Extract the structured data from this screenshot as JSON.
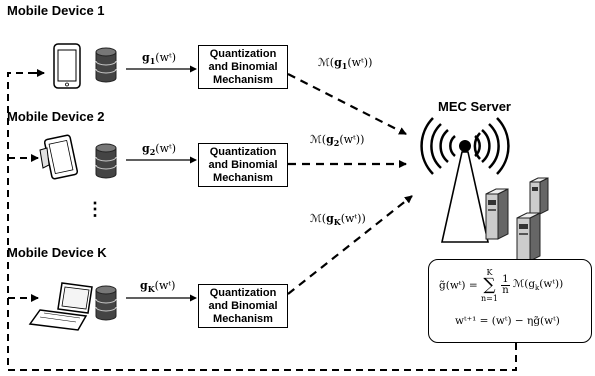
{
  "devices": [
    {
      "title": "Mobile Device 1",
      "gradient": "g",
      "subscript": "1",
      "mechanism_output_subscript": "1",
      "icon": "smartphone-icon"
    },
    {
      "title": "Mobile Device 2",
      "gradient": "g",
      "subscript": "2",
      "mechanism_output_subscript": "2",
      "icon": "tablet-icon"
    },
    {
      "title": "Mobile Device K",
      "gradient": "g",
      "subscript": "K",
      "mechanism_output_subscript": "K",
      "icon": "laptop-icon"
    }
  ],
  "ellipsis": "⋮",
  "quantization_box": {
    "line1": "Quantization",
    "line2": "and Binomial",
    "line3": "Mechanism"
  },
  "server": {
    "title": "MEC Server",
    "icons": [
      "antenna-tower-icon",
      "server-rack-icon"
    ]
  },
  "equations": {
    "aggregate_lhs": "g̃(wᵗ) =",
    "sum_upper": "K",
    "sum_lower": "n=1",
    "frac_num": "1",
    "frac_den": "n",
    "aggregate_rhs": "ℳ(g",
    "aggregate_rhs_sub": "k",
    "aggregate_rhs_tail": "(wᵗ))",
    "update": "wᵗ⁺¹ = (wᵗ) − ηg̃(wᵗ)"
  },
  "labels": {
    "mech_prefix": "ℳ(",
    "w_t": "(wᵗ)"
  }
}
